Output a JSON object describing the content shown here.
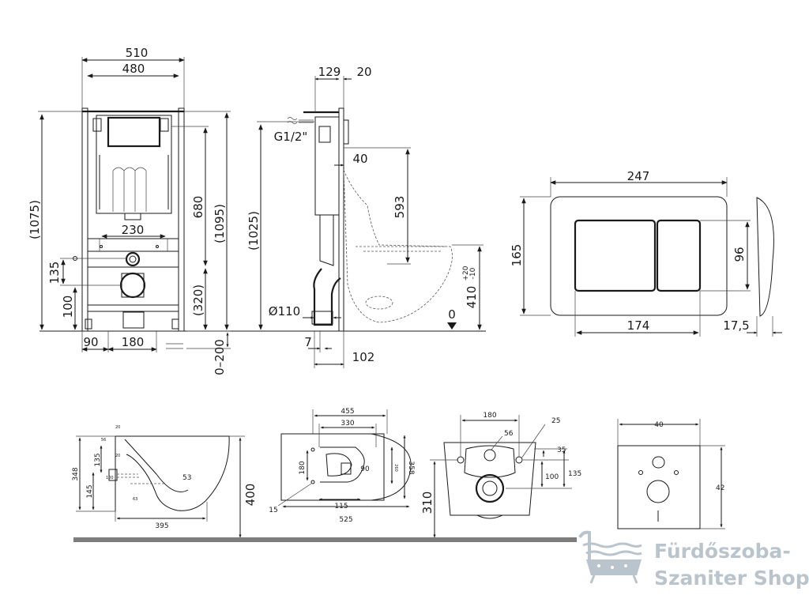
{
  "frame_front": {
    "width_outer": "510",
    "width_inner": "480",
    "height_total": "(1075)",
    "height_mid": "680",
    "height_full": "(1095)",
    "pipe_spacing": "230",
    "drain_offset": "135",
    "drain_height": "100",
    "drain_height_paren": "(320)",
    "foot_left": "90",
    "foot_span": "180",
    "leg_range": "0–200"
  },
  "frame_side": {
    "depth": "129",
    "plate": "20",
    "thread": "G1/2\"",
    "offset": "40",
    "height": "(1025)",
    "bowl_height": "593",
    "seat_height": "410",
    "seat_tol_plus": "+20",
    "seat_tol_minus": "-10",
    "pipe_dia": "Ø110",
    "gap": "7",
    "protrusion": "102",
    "zero": "0"
  },
  "flush_plate": {
    "width": "247",
    "height": "165",
    "button_width": "174",
    "button_height": "96",
    "depth": "17,5"
  },
  "bowl_side": {
    "length": "395",
    "height": "348",
    "height_inner": "145",
    "height_small": "135",
    "tiny_labels": [
      "56",
      "20",
      "20",
      "100",
      "63",
      "53"
    ],
    "floor_height": "400"
  },
  "bowl_top": {
    "width_outer": "455",
    "width_inner": "330",
    "length": "525",
    "depth_358": "358",
    "depth_260": "260",
    "offset_180": "180",
    "outlet_90": "90",
    "hole_115": "115",
    "hole_15": "15"
  },
  "bowl_back": {
    "width": "180",
    "hole_56": "56",
    "hole_25": "25",
    "v_35": "35",
    "v_100": "100",
    "v_135": "135",
    "floor_310": "310"
  },
  "wall_plate": {
    "width": "40",
    "height": "42"
  },
  "brand": {
    "line1": "Fürdőszoba-",
    "line2": "Szaniter Shop",
    "color": "#b9c4cc"
  }
}
